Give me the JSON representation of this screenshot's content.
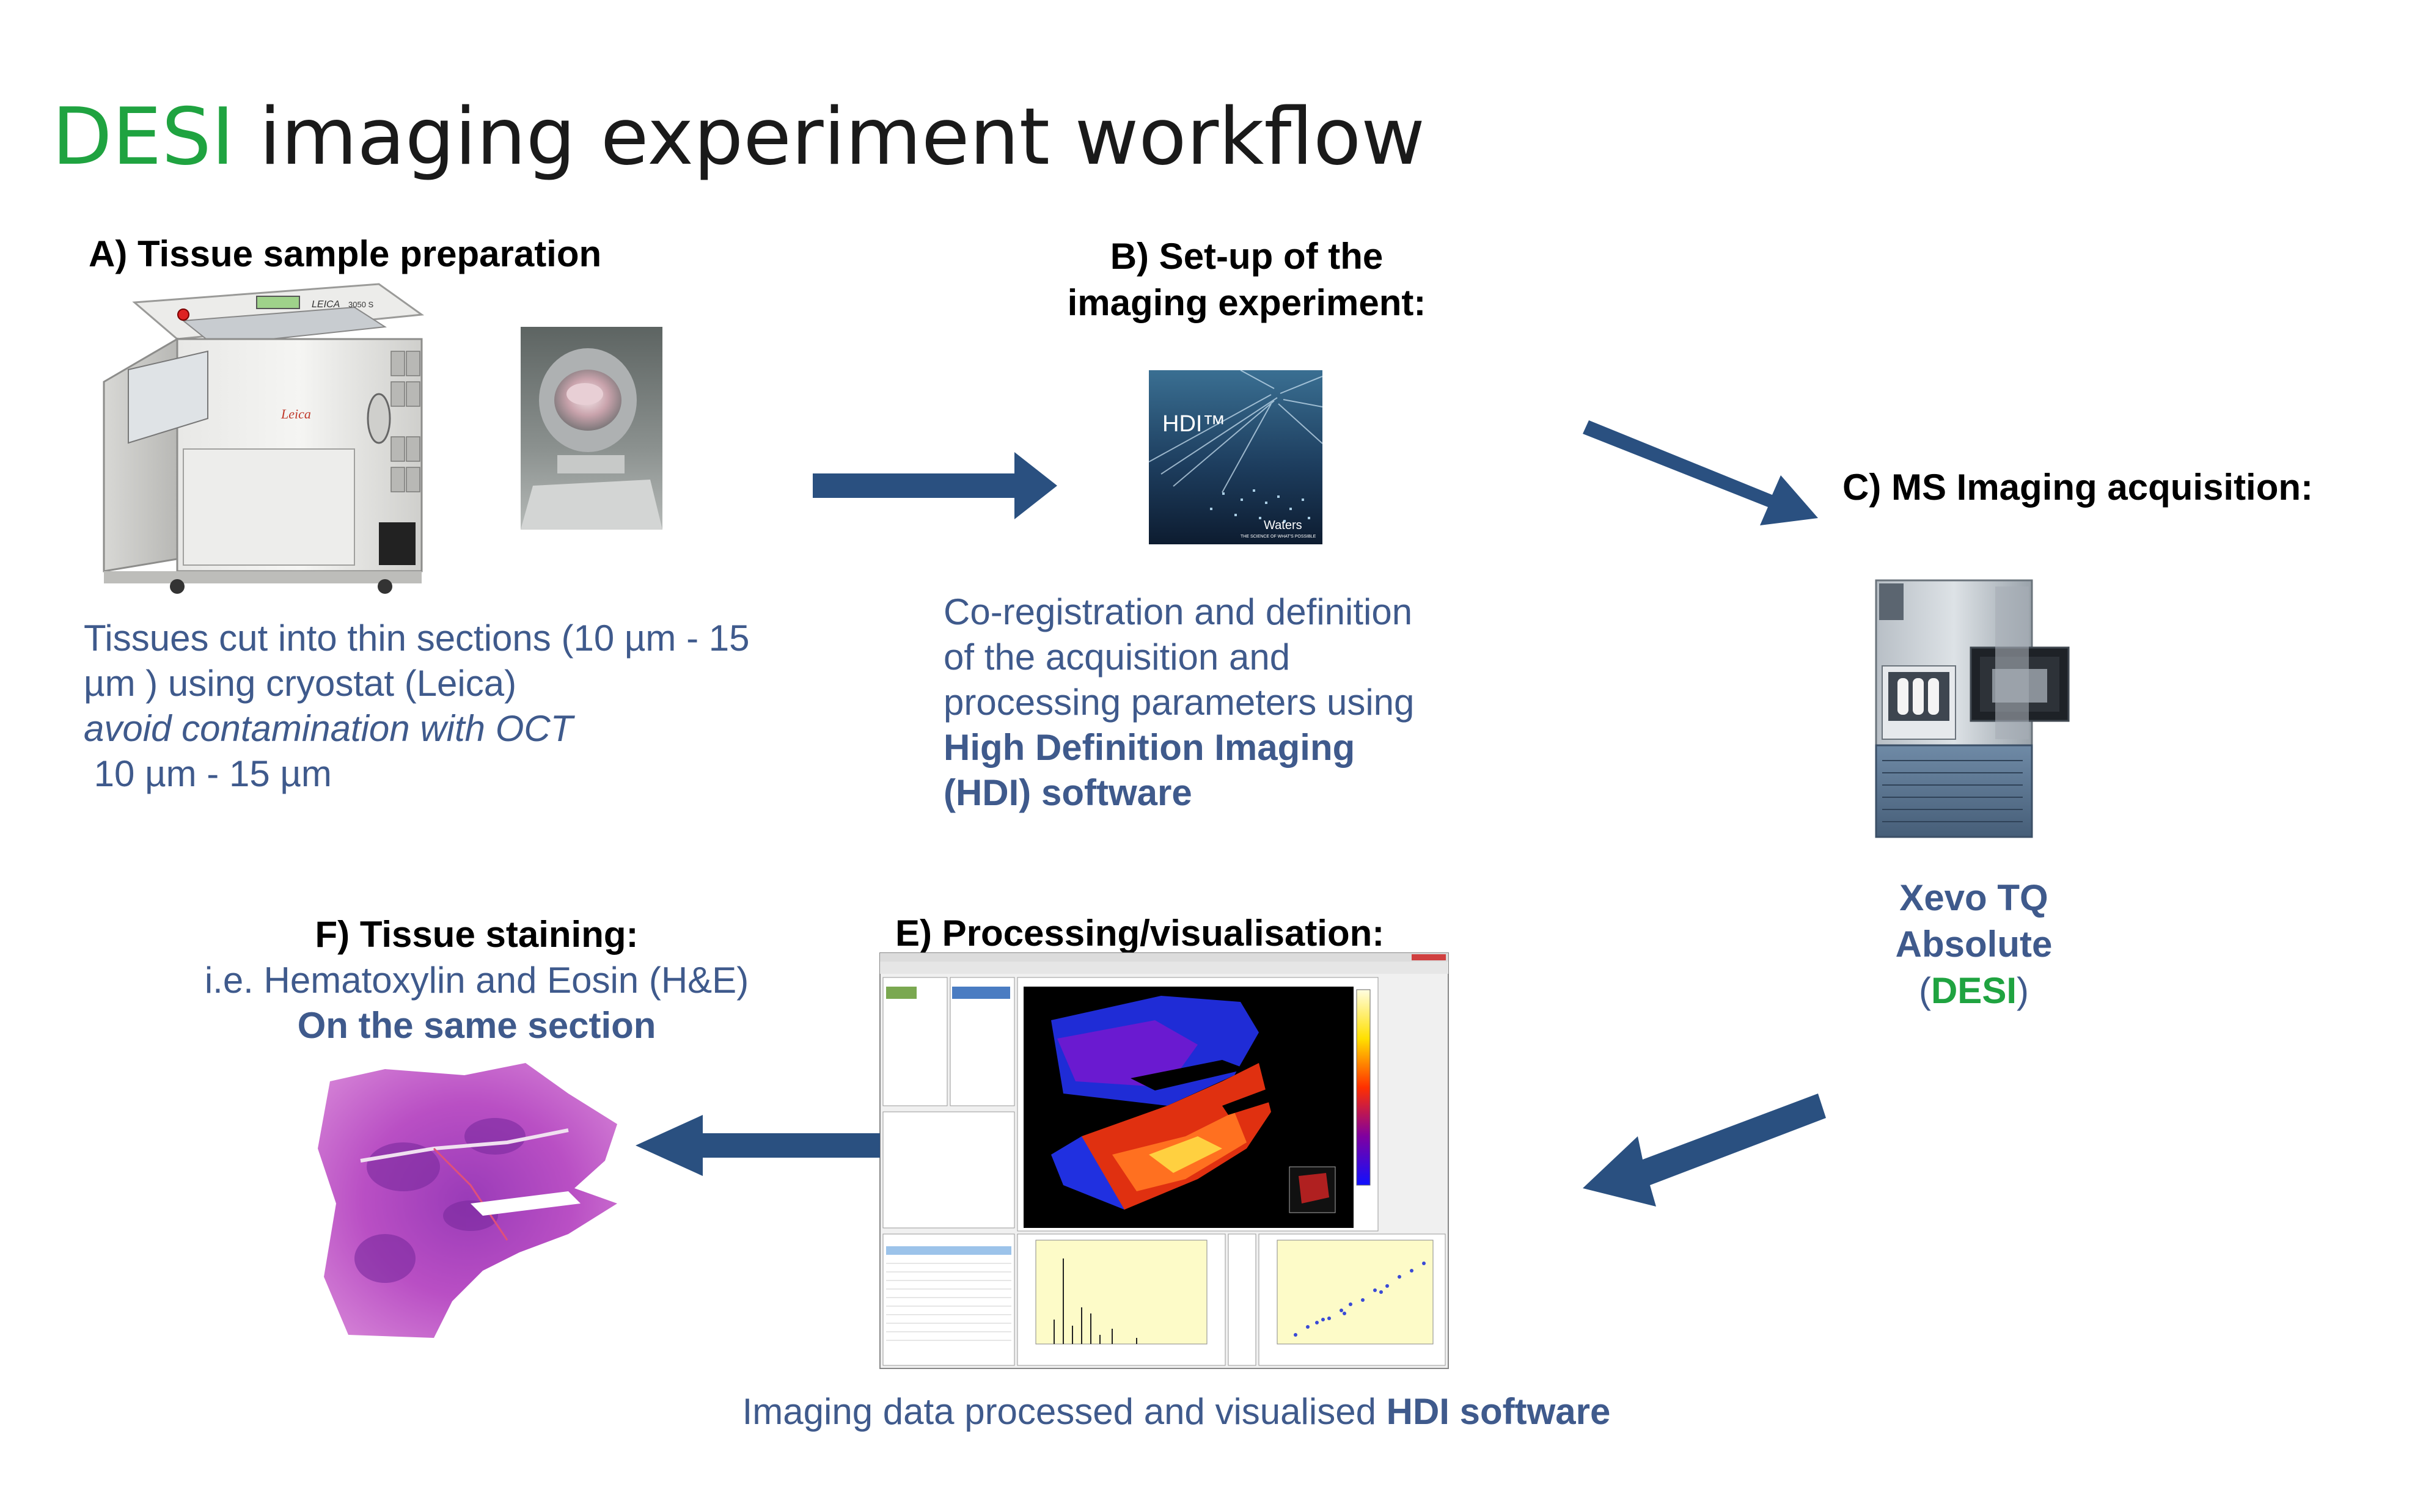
{
  "title": {
    "accent": "DESI",
    "rest": " imaging experiment workflow"
  },
  "steps": {
    "a": {
      "heading": "A) Tissue sample preparation",
      "line1": "Tissues cut into thin sections (10 µm - 15",
      "line2": "µm ) using cryostat (Leica)",
      "line3": "avoid contamination with OCT",
      "line4": " 10 µm - 15 µm",
      "cryostat_brand": "LEICA",
      "cryostat_model": "3050 S",
      "cryostat_logo": "Leica"
    },
    "b": {
      "heading_line1": "B) Set-up of the",
      "heading_line2": "imaging experiment:",
      "line1": "Co-registration and definition",
      "line2": "of the acquisition and",
      "line3": "processing parameters using",
      "bold1": "High Definition Imaging",
      "bold2": "(HDI) software",
      "box_logo": "HDI™",
      "box_brand": "Waters",
      "box_tagline": "THE SCIENCE OF WHAT'S POSSIBLE"
    },
    "c": {
      "heading": "C) MS Imaging acquisition:",
      "name1": "Xevo TQ",
      "name2": "Absolute",
      "open": "(",
      "desi": "DESI",
      "close": ")"
    },
    "e": {
      "heading": "E) Processing/visualisation:",
      "caption": "Imaging data processed and visualised ",
      "caption_bold": "HDI software"
    },
    "f": {
      "heading": "F) Tissue staining:",
      "line1": "i.e. Hematoxylin  and Eosin (H&E)",
      "line2": "On the same section"
    }
  },
  "colors": {
    "accent_green": "#1fa340",
    "text_blue": "#3f5a8c",
    "arrow_blue": "#2a5080"
  }
}
